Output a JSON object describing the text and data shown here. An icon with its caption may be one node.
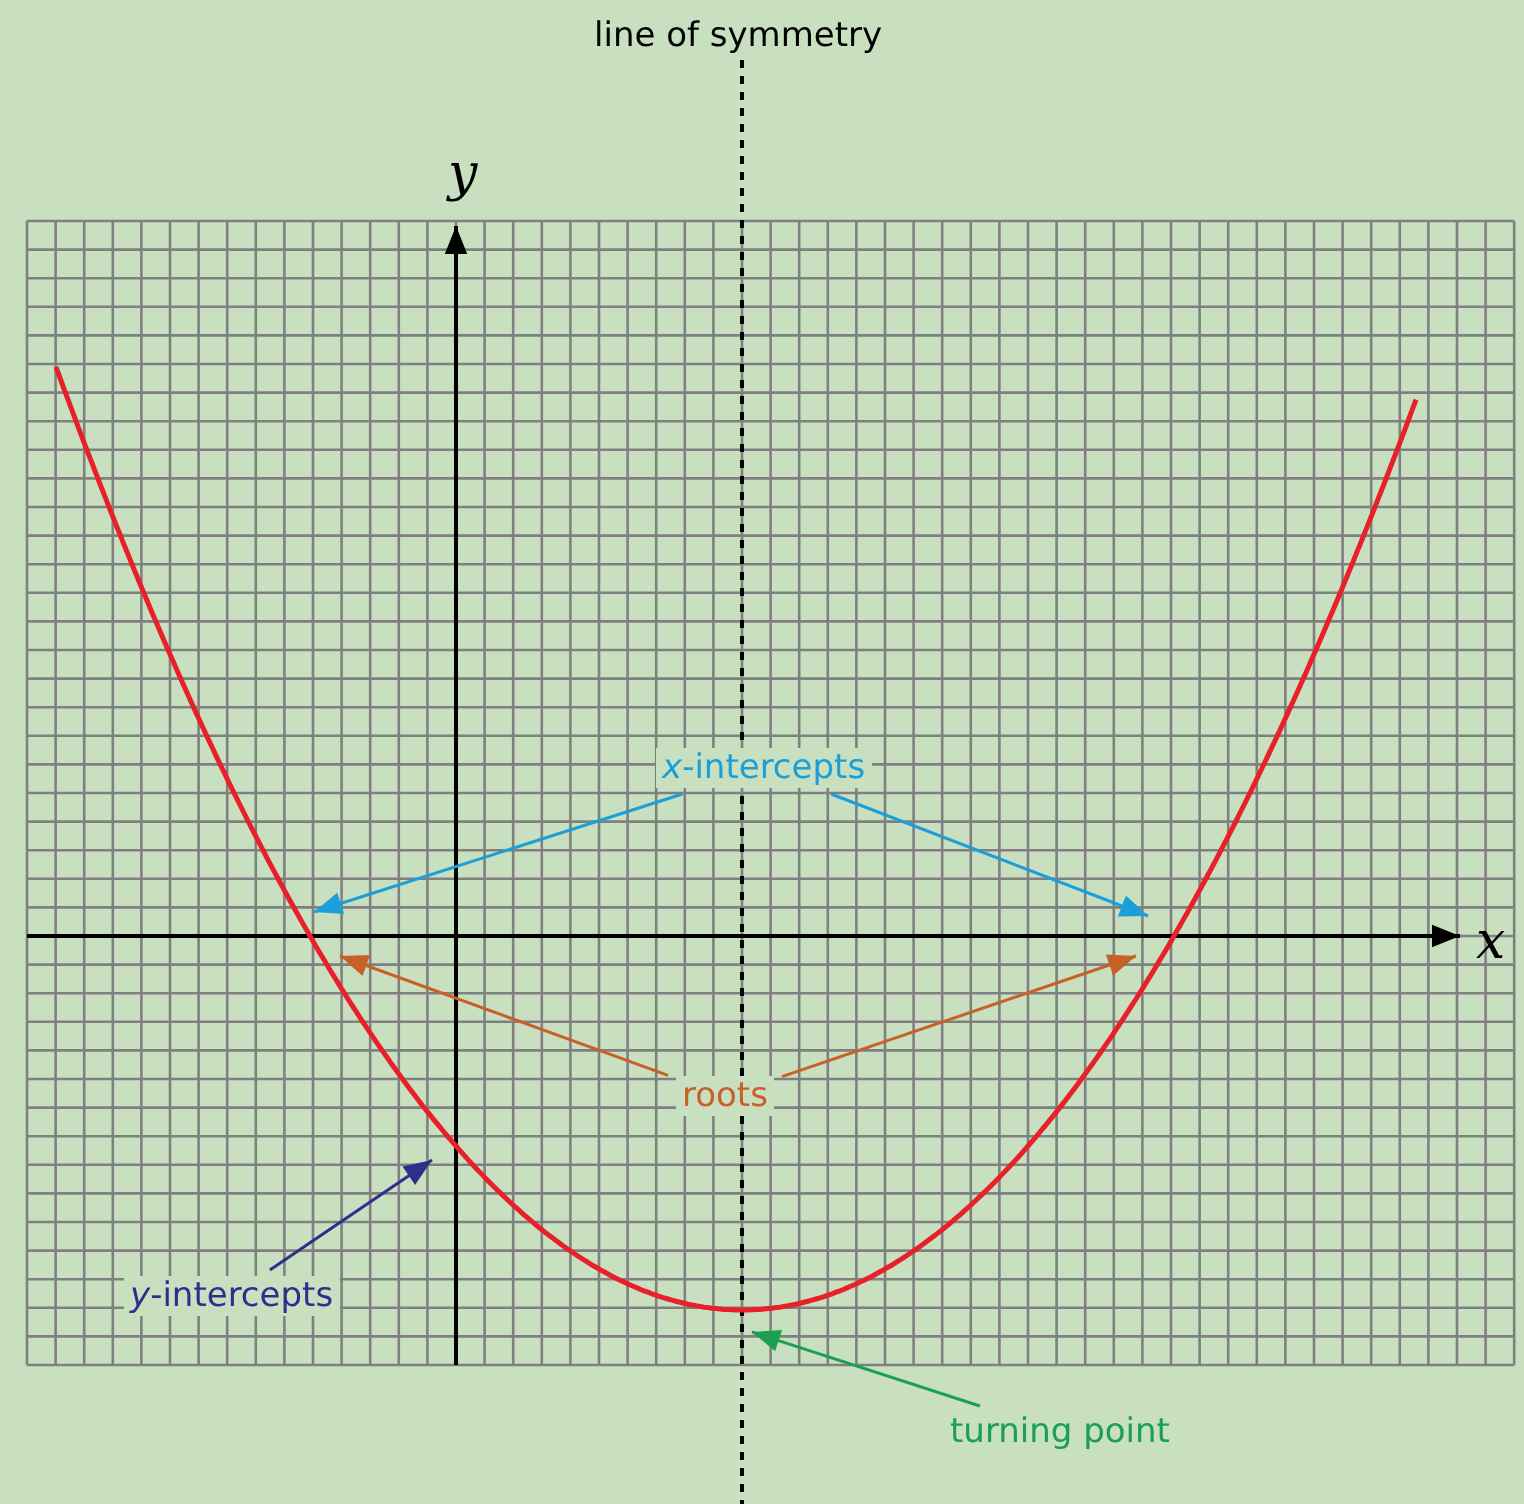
{
  "diagram": {
    "nodes": [
      {
        "text": [
          "*x*-intercepts"
        ]
      },
      {
        "text": [
          "roots"
        ]
      },
      {
        "text": [
          "*y*-intercepts"
        ]
      },
      {
        "text": [
          "turning point"
        ]
      }
    ],
    "edges": [
      {
        "from": 0,
        "to": null,
        "arrow": "to",
        "color": "#1a9fd8"
      },
      {
        "from": 0,
        "to": null,
        "arrow": "to",
        "color": "#1a9fd8"
      },
      {
        "from": 1,
        "to": null,
        "arrow": "to",
        "color": "#c8602a"
      },
      {
        "from": 1,
        "to": null,
        "arrow": "to",
        "color": "#c8602a"
      },
      {
        "from": 2,
        "to": null,
        "arrow": "to",
        "color": "#2e2e8c"
      },
      {
        "from": 3,
        "to": null,
        "arrow": "to",
        "color": "#1aa050"
      }
    ],
    "labels": [
      "line of symmetry",
      "y",
      "x"
    ]
  }
}
